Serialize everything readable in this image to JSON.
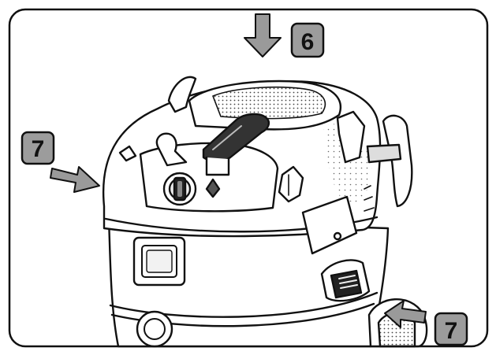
{
  "callouts": [
    {
      "id": "top",
      "label": "6"
    },
    {
      "id": "left",
      "label": "7"
    },
    {
      "id": "bottom-right",
      "label": "7"
    }
  ],
  "colors": {
    "line": "#111111",
    "badge_fill": "#9c9c9c",
    "arrow_fill": "#9a9a9a",
    "dot_pattern": "#444444",
    "background": "#ffffff"
  }
}
